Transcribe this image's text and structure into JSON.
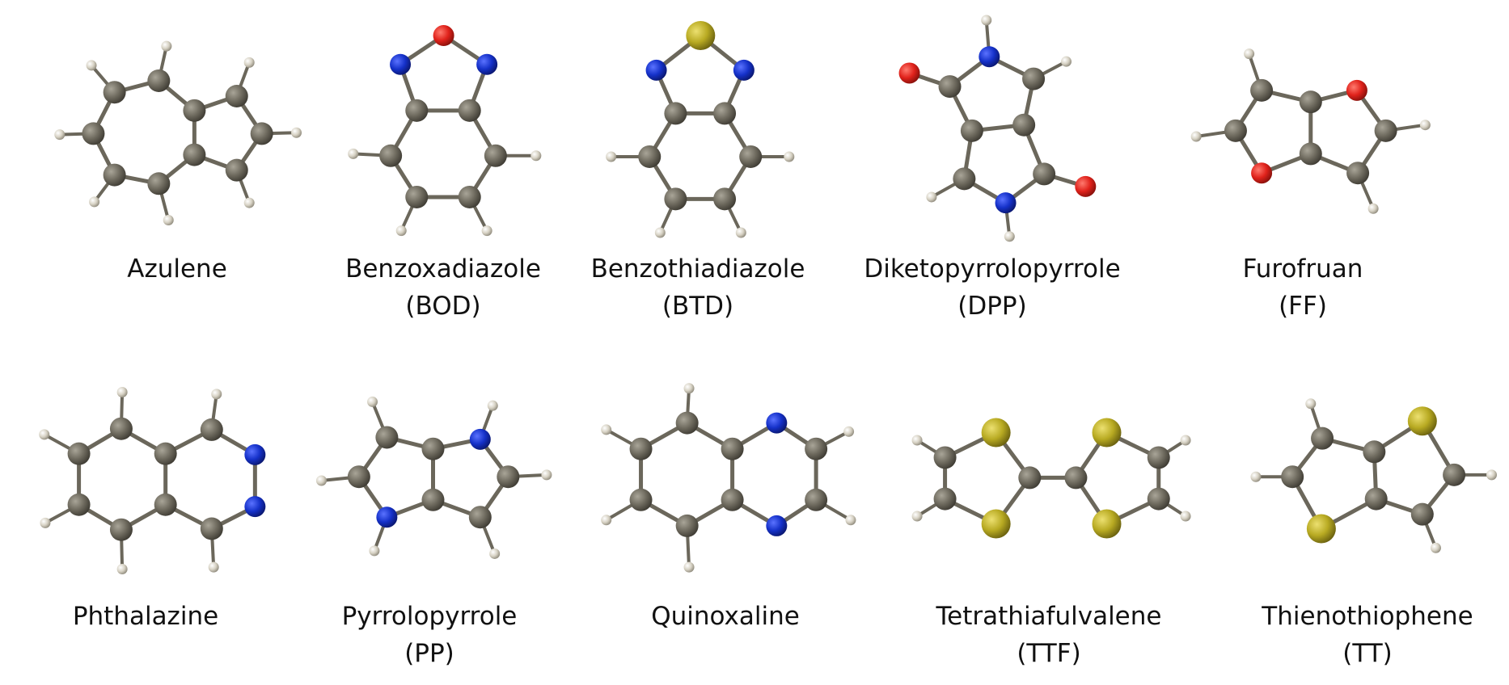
{
  "colors": {
    "carbon": "#6e6a5e",
    "nitrogen": "#1531c9",
    "oxygen": "#e0221b",
    "sulfur": "#b8aa22",
    "hydrogen": "#d7d2c4",
    "bond": "#6b675b",
    "label": "#111111"
  },
  "molecules": [
    {
      "id": "azulene",
      "name": "Azulene",
      "abbr": ""
    },
    {
      "id": "benzoxadiazole",
      "name": "Benzoxadiazole",
      "abbr": "(BOD)"
    },
    {
      "id": "benzothiadiazole",
      "name": "Benzothiadiazole",
      "abbr": "(BTD)"
    },
    {
      "id": "diketopyrrolopyrrole",
      "name": "Diketopyrrolopyrrole",
      "abbr": "(DPP)"
    },
    {
      "id": "furofruan",
      "name": "Furofruan",
      "abbr": "(FF)"
    },
    {
      "id": "phthalazine",
      "name": "Phthalazine",
      "abbr": ""
    },
    {
      "id": "pyrrolopyrrole",
      "name": "Pyrrolopyrrole",
      "abbr": "(PP)"
    },
    {
      "id": "quinoxaline",
      "name": "Quinoxaline",
      "abbr": ""
    },
    {
      "id": "tetrathiafulvalene",
      "name": "Tetrathiafulvalene",
      "abbr": "(TTF)"
    },
    {
      "id": "thienothiophene",
      "name": "Thienothiophene",
      "abbr": "(TT)"
    }
  ]
}
